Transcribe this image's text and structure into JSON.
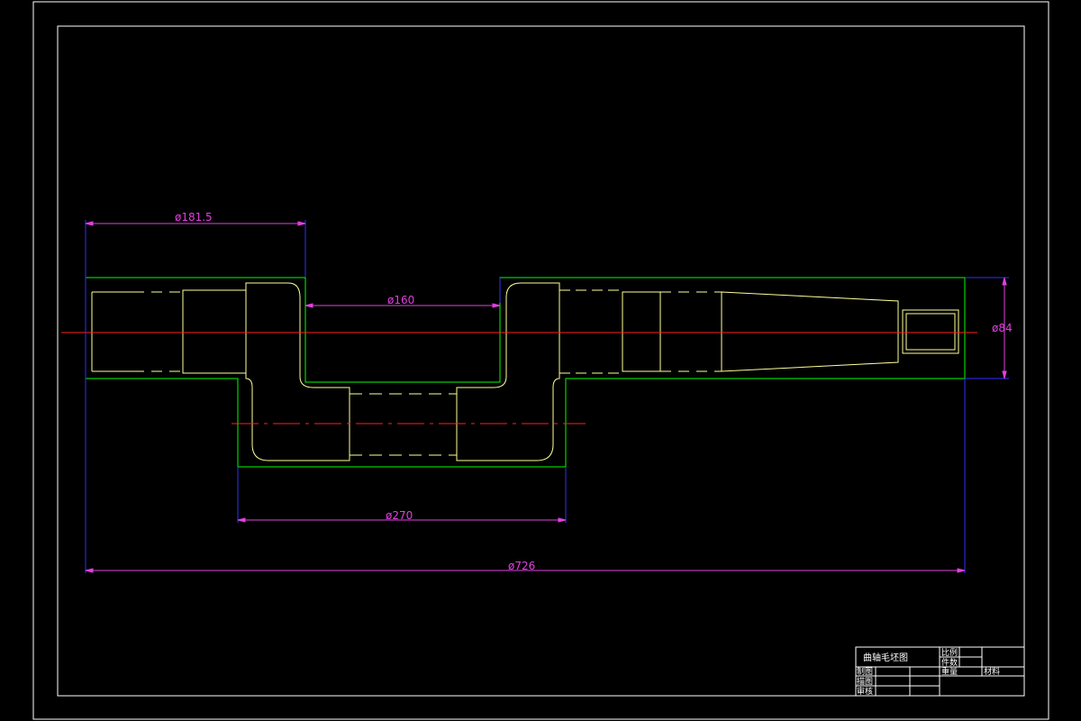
{
  "drawing": {
    "dimensions": {
      "d1": "ø181.5",
      "d2": "ø160",
      "d3": "ø270",
      "d4": "ø726",
      "d5": "ø84"
    },
    "colors": {
      "background": "#000000",
      "frame": "#ffffff",
      "outline": "#00ff00",
      "part": "#ffff99",
      "dimension": "#e040e0",
      "extension": "#3030ff",
      "centerline": "#ff2020"
    }
  },
  "title_block": {
    "title": "曲轴毛坯图",
    "scale_label": "比例",
    "quantity_label": "件数",
    "drawn_label": "制图",
    "weight_label": "重量",
    "material_label": "材料",
    "design_label": "描图",
    "review_label": "审核"
  }
}
